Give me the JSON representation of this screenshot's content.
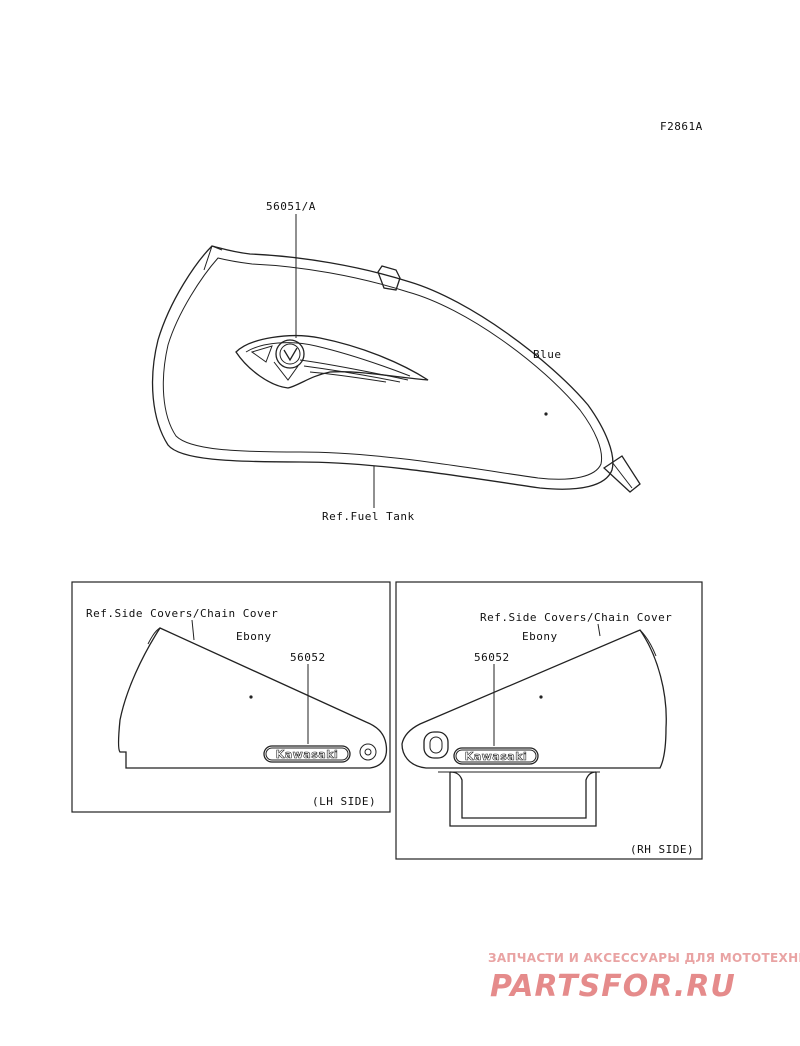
{
  "figure_code": "F2861A",
  "tank": {
    "part_number": "56051/A",
    "color_label": "Blue",
    "ref_label": "Ref.Fuel Tank"
  },
  "lh_panel": {
    "ref_label": "Ref.Side Covers/Chain Cover",
    "color_label": "Ebony",
    "part_number": "56052",
    "badge_text": "Kawasaki",
    "side_label": "(LH SIDE)"
  },
  "rh_panel": {
    "ref_label": "Ref.Side Covers/Chain Cover",
    "color_label": "Ebony",
    "part_number": "56052",
    "badge_text": "Kawasaki",
    "side_label": "(RH SIDE)"
  },
  "watermark": {
    "tagline": "ЗАПЧАСТИ И АКСЕССУАРЫ ДЛЯ МОТОТЕХНИКИ",
    "brand": "PARTSFOR.RU",
    "color": "#e58b8b"
  }
}
